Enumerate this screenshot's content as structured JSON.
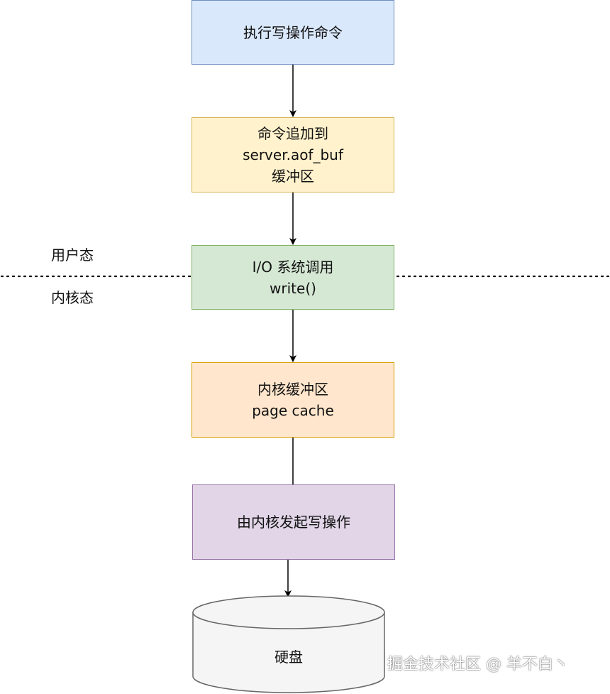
{
  "boxes": [
    {
      "lines": [
        "执行写操作命令"
      ]
    },
    {
      "lines": [
        "命令追加到",
        "server.aof_buf",
        "缓冲区"
      ]
    },
    {
      "lines": [
        "I/O 系统调用",
        "write()"
      ]
    },
    {
      "lines": [
        "内核缓冲区",
        "page cache"
      ]
    },
    {
      "lines": [
        "由内核发起写操作"
      ]
    }
  ],
  "zones": {
    "user_space": "用户态",
    "kernel_space": "内核态"
  },
  "disk": {
    "label": "硬盘"
  },
  "watermark": "掘金技术社区 @ 羊不白丶",
  "colors": {
    "blue_fill": "#dae8fc",
    "yellow_fill": "#fff2cc",
    "green_fill": "#d5e8d4",
    "orange_fill": "#ffe6cc",
    "purple_fill": "#e1d5e7",
    "disk_fill": "#f5f5f5"
  }
}
